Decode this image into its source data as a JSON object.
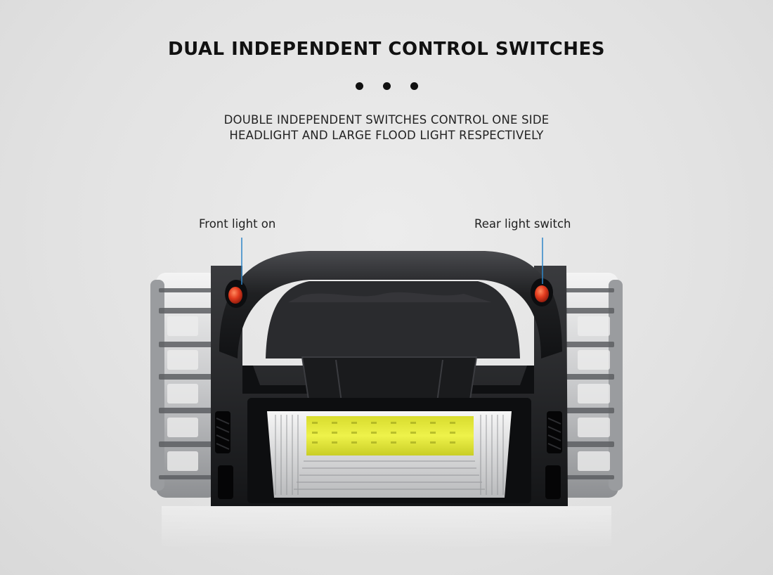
{
  "header": {
    "title": "DUAL INDEPENDENT CONTROL SWITCHES",
    "subtitle_line1": "DOUBLE INDEPENDENT SWITCHES CONTROL ONE SIDE",
    "subtitle_line2": "HEADLIGHT AND LARGE FLOOD LIGHT RESPECTIVELY"
  },
  "callouts": {
    "front": "Front light on",
    "rear": "Rear light switch"
  },
  "colors": {
    "background": "#e4e4e4",
    "body_black": "#1c1d1f",
    "silver": "#c9cacc",
    "button_red": "#e23b1e",
    "callout_line": "#2f86c8",
    "led_yellow": "#e4e83a"
  },
  "icons": [
    "separator-dots",
    "front-switch-button",
    "rear-switch-button"
  ]
}
